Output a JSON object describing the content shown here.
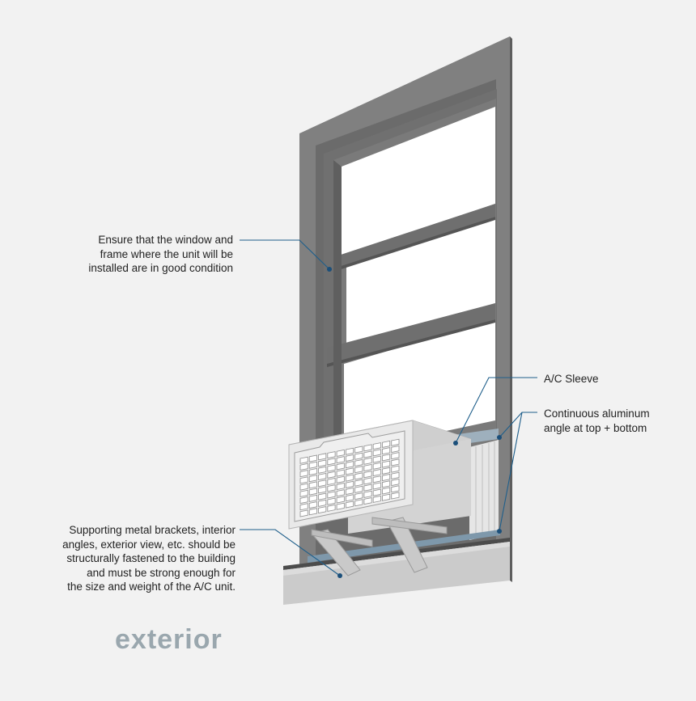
{
  "callouts": {
    "window_condition": [
      "Ensure that the window and",
      "frame where the unit will be",
      "installed are in good condition"
    ],
    "ac_sleeve": "A/C Sleeve",
    "aluminum_angle": [
      "Continuous aluminum",
      "angle at top + bottom"
    ],
    "brackets": [
      "Supporting metal brackets, interior",
      "angles, exterior view, etc. should be",
      "structurally fastened to the building",
      "and must be strong enough for",
      "the size and weight of the A/C unit."
    ]
  },
  "caption": "exterior",
  "colors": {
    "background": "#f2f2f2",
    "frame": "#7c7c7c",
    "frame_dark": "#5e5e5e",
    "glass": "#ffffff",
    "ac_unit": "#d2d2d2",
    "sill": "#cbcbcb",
    "leader_line": "#1f5f8b",
    "caption": "#9aa7ae"
  }
}
